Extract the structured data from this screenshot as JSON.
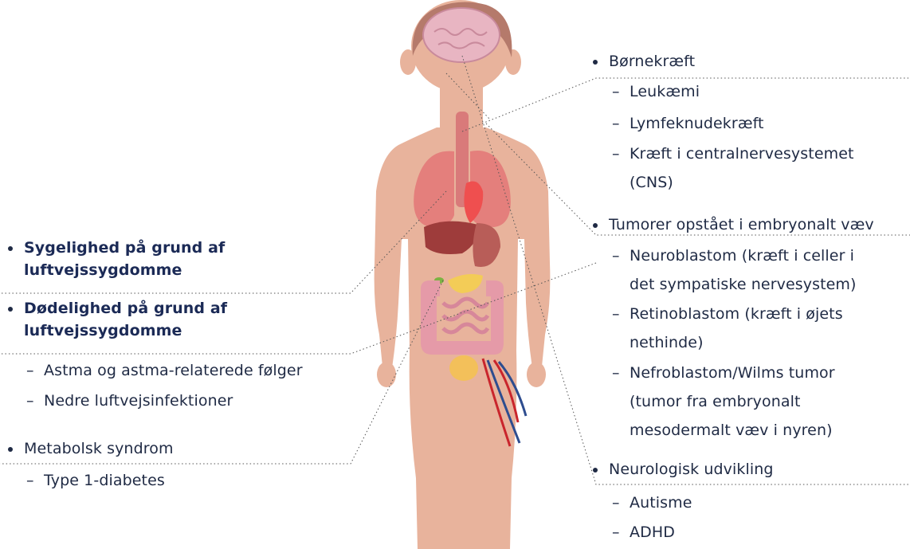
{
  "left": {
    "respiratory_morbidity": [
      "Sygelighed på grund af",
      "luftvejssygdomme"
    ],
    "respiratory_mortality": [
      "Dødelighed på grund af",
      "luftvejssygdomme"
    ],
    "respiratory_items": [
      "Astma og astma-relaterede følger",
      "Nedre luftvejsinfektioner"
    ],
    "metabolic": "Metabolsk syndrom",
    "metabolic_items": [
      "Type 1-diabetes"
    ]
  },
  "right": {
    "childhood_cancer": "Børnekræft",
    "cancer_items": [
      "Leukæmi",
      "Lymfeknudekræft",
      [
        "Kræft i centralnervesystemet",
        "(CNS)"
      ]
    ],
    "embryonal": "Tumorer opstået i embryonalt væv",
    "embryonal_items": [
      [
        "Neuroblastom (kræft i celler i",
        "det sympatiske nervesystem)"
      ],
      [
        "Retinoblastom (kræft i øjets",
        "nethinde)"
      ],
      [
        "Nefroblastom/Wilms tumor",
        "(tumor fra embryonalt",
        "mesodermalt væv i nyren)"
      ]
    ],
    "neuro": "Neurologisk udvikling",
    "neuro_items": [
      "Autisme",
      "ADHD"
    ]
  },
  "colors": {
    "skin": "#e8b39c",
    "hair": "#b57a6b",
    "brain": "#e8b5c2",
    "lung": "#e47f7c",
    "heart": "#ef4f4f",
    "liver": "#9e3c3b",
    "pancreas": "#f3cc57",
    "intestine": "#e59aa8",
    "bladder": "#f3c05a",
    "artery": "#c9252c",
    "vein": "#2e4d8f",
    "text": "#1f2a44"
  }
}
